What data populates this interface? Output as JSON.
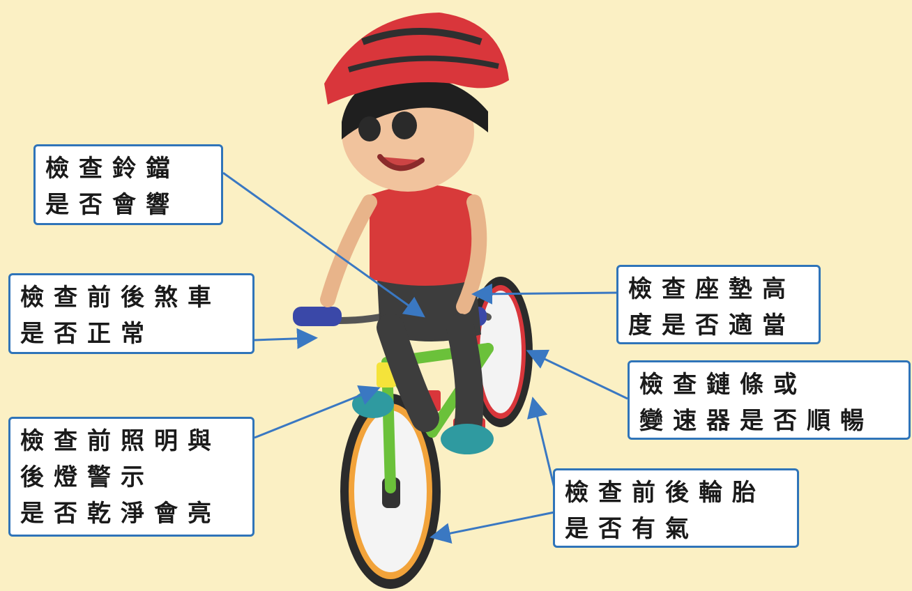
{
  "colors": {
    "background": "#fbf0c4",
    "box_border": "#2f74b9",
    "arrow": "#3a78c2",
    "helmet": "#d9363b",
    "shirt": "#d83a3a",
    "bike_frame": "#6bc13a",
    "tire": "#2b2b2b",
    "rim_orange": "#f2a33a",
    "grip": "#3a48a8"
  },
  "callouts": {
    "bell": {
      "lines": [
        "檢查鈴鐺",
        "是否會響"
      ]
    },
    "brake": {
      "lines": [
        "檢查前後煞車",
        "是否正常"
      ]
    },
    "lights": {
      "lines": [
        "檢查前照明與",
        "後燈警示",
        "是否乾淨會亮"
      ]
    },
    "seat": {
      "lines": [
        "檢查座墊高",
        "度是否適當"
      ]
    },
    "chain": {
      "lines": [
        "檢查鏈條或",
        "變速器是否順暢"
      ]
    },
    "tire": {
      "lines": [
        "檢查前後輪胎",
        "是否有氣"
      ]
    }
  }
}
